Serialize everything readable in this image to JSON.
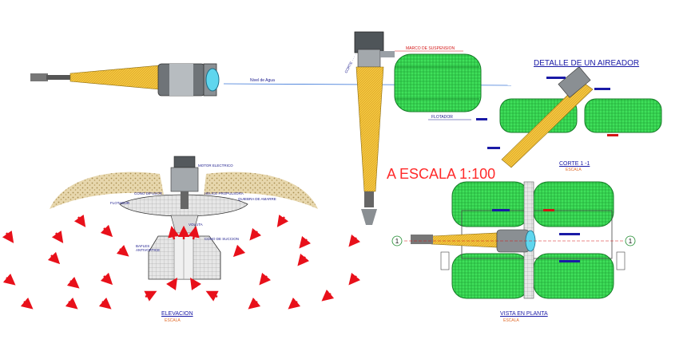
{
  "scale_label": "A ESCALA 1:100",
  "titles": {
    "detail": "DETALLE DE UN AIREADOR",
    "section": "CORTE 1 -1",
    "elevation": "ELEVACION",
    "plan": "VISTA EN PLANTA"
  },
  "scale_notes": {
    "section": "ESCALA",
    "elevation": "ESCALA",
    "plan": "ESCALA"
  },
  "labels": {
    "water_level": "Nivel de Agua",
    "suspension_frame": "MARCO DE SUSPENSION",
    "float_side": "FLOTADOR",
    "motor": "MOTOR ELECTRICO",
    "propeller": "HELICE PROPULSORA",
    "diffuser": "CONO DIFUSOR",
    "wave_breaker": "QUIEBRA DE AMARRE",
    "float_front": "FLOTADOR",
    "volute": "VOLUTA",
    "suction_cone": "CONO DE SUCCION",
    "baffles": "BAFLES ANTIVORTICE"
  },
  "section_markers": [
    "1",
    "1"
  ],
  "colors": {
    "float_green": "#2fd24a",
    "shaft_yellow": "#f2c23a",
    "motor_gray": "#9aa0a6",
    "arrow_red": "#e8101a",
    "label_blue": "#1a1aa6",
    "label_red": "#d41414",
    "scale_red": "#ff2a2a",
    "spray_tan": "#c9b07a"
  }
}
